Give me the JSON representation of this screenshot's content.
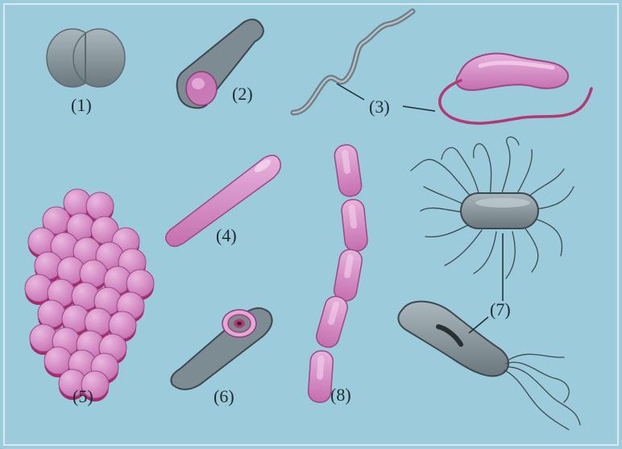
{
  "labels": {
    "l1": "(1)",
    "l2": "(2)",
    "l3": "(3)",
    "l4": "(4)",
    "l5": "(5)",
    "l6": "(6)",
    "l7": "(7)",
    "l8": "(8)"
  },
  "colors": {
    "background": "#9ccbdc",
    "gray_cell": "#7d8c93",
    "gray_dark": "#505a5f",
    "pink_cell": "#c87ab6",
    "pink_light": "#e2a9d6",
    "crimson": "#b23a73"
  }
}
